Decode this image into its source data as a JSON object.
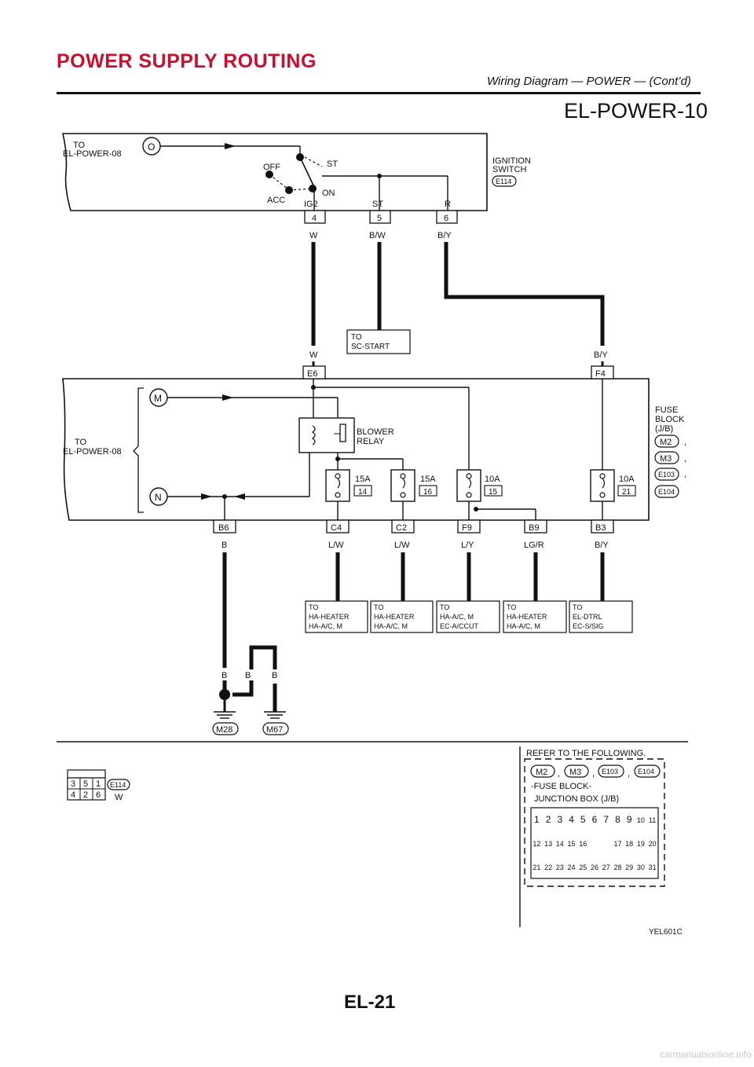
{
  "header": {
    "title": "POWER SUPPLY ROUTING",
    "subtitle": "Wiring Diagram — POWER — (Cont’d)",
    "diagram_id": "EL-POWER-10"
  },
  "ignition_switch": {
    "to_label_1": "TO",
    "to_label_2": "EL-POWER-08",
    "pin_o": "O",
    "name_1": "IGNITION",
    "name_2": "SWITCH",
    "connector": "E114",
    "pos_off": "OFF",
    "pos_st": "ST",
    "pos_acc": "ACC",
    "pos_on": "ON",
    "term_ig2": "IG2",
    "term_st": "ST",
    "term_r": "R",
    "pins": [
      "4",
      "5",
      "6"
    ],
    "wires": [
      "W",
      "B/W",
      "B/Y"
    ]
  },
  "sc_start": {
    "line1": "TO",
    "line2": "SC-START"
  },
  "fuse_block": {
    "upper_wire_w": "W",
    "upper_wire_by": "B/Y",
    "top_connectors": [
      "E6",
      "F4"
    ],
    "to_label_1": "TO",
    "to_label_2": "EL-POWER-08",
    "pin_m": "M",
    "pin_n": "N",
    "relay_1": "BLOWER",
    "relay_2": "RELAY",
    "name_1": "FUSE",
    "name_2": "BLOCK",
    "name_3": "(J/B)",
    "connectors": [
      "M2",
      "M3",
      "E103",
      "E104"
    ],
    "comma": ",",
    "fuses": [
      {
        "amp": "15A",
        "num": "14"
      },
      {
        "amp": "15A",
        "num": "16"
      },
      {
        "amp": "10A",
        "num": "15"
      },
      {
        "amp": "10A",
        "num": "21"
      }
    ],
    "bottom_connectors": [
      "B6",
      "C4",
      "C2",
      "F9",
      "B9",
      "B3"
    ],
    "bottom_wires": [
      "B",
      "L/W",
      "L/W",
      "L/Y",
      "LG/R",
      "B/Y"
    ]
  },
  "destinations": [
    {
      "l1": "TO",
      "l2": "HA-HEATER",
      "l3": "HA-A/C, M"
    },
    {
      "l1": "TO",
      "l2": "HA-HEATER",
      "l3": "HA-A/C, M"
    },
    {
      "l1": "TO",
      "l2": "HA-A/C, M",
      "l3": "EC-A/CCUT"
    },
    {
      "l1": "TO",
      "l2": "HA-HEATER",
      "l3": "HA-A/C, M"
    },
    {
      "l1": "TO",
      "l2": "EL-DTRL",
      "l3": "EC-S/SIG"
    }
  ],
  "ground": {
    "wires": [
      "B",
      "B",
      "B"
    ],
    "grounds": [
      "M28",
      "M67"
    ]
  },
  "legend": {
    "connector_pins_top": [
      "3",
      "5",
      "1"
    ],
    "connector_pins_bottom": [
      "4",
      "2",
      "6"
    ],
    "connector_id": "E114",
    "connector_color": "W",
    "refer": "REFER TO THE FOLLOWING.",
    "refer_connectors": [
      "M2",
      "M3",
      "E103",
      "E104"
    ],
    "fuse_block_1": "-FUSE BLOCK-",
    "fuse_block_2": "JUNCTION BOX (J/B)",
    "jb_row1": [
      "1",
      "2",
      "3",
      "4",
      "5",
      "6",
      "7",
      "8",
      "9",
      "10",
      "11"
    ],
    "jb_row2": [
      "12",
      "13",
      "14",
      "15",
      "16",
      "17",
      "18",
      "19",
      "20"
    ],
    "jb_row3": [
      "21",
      "22",
      "23",
      "24",
      "25",
      "26",
      "27",
      "28",
      "29",
      "30",
      "31"
    ]
  },
  "figure_code": "YEL601C",
  "page_number": "EL-21",
  "watermark": "carmanualsonline.info"
}
